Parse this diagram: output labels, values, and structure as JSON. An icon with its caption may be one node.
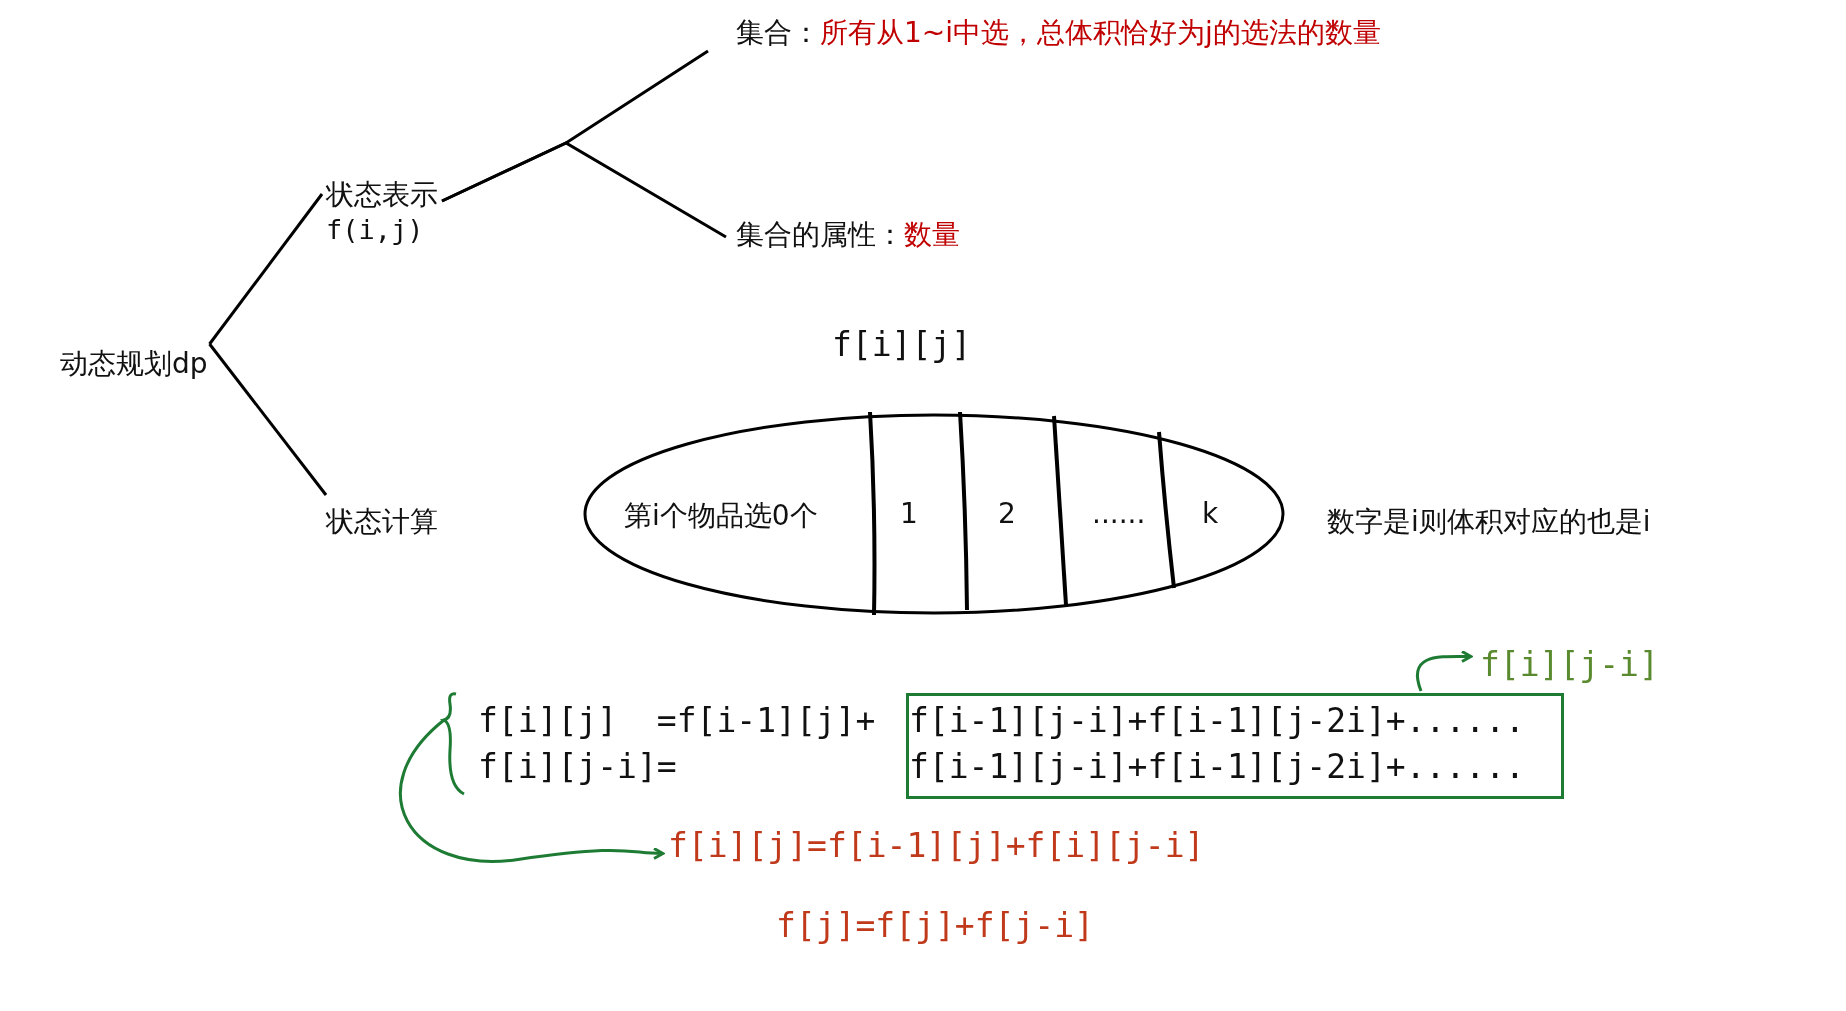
{
  "diagram": {
    "nodes": [
      {
        "text": [
          "动态规划dp"
        ]
      },
      {
        "text": [
          "状态表示",
          "f(i,j)"
        ]
      },
      {
        "text": [
          "集合：",
          "所有从1~i中选，总体积恰好为j的选法的数量"
        ]
      },
      {
        "text": [
          "集合的属性：",
          "数量"
        ]
      },
      {
        "text": [
          "状态计算"
        ]
      },
      {
        "text": [],
        "shape": "ellipse"
      },
      {
        "text": [
          "第i个物品选0个"
        ],
        "in": 5
      },
      {
        "text": [
          "1"
        ],
        "in": 5
      },
      {
        "text": [
          "2"
        ],
        "in": 5
      },
      {
        "text": [
          "......"
        ],
        "in": 5
      },
      {
        "text": [
          "k"
        ],
        "in": 5
      },
      {
        "text": [
          "f[i][j]  =f[i-1][j]+",
          "f[i][j-i]="
        ]
      },
      {
        "text": [
          "f[i-1][j-i]+f[i-1][j-2i]+......",
          "f[i-1][j-i]+f[i-1][j-2i]+......"
        ]
      },
      {
        "text": [
          "f[i][j-i]"
        ]
      },
      {
        "text": [
          "f[i][j]=f[i-1][j]+f[i][j-i]"
        ]
      }
    ],
    "edges": [
      {
        "from": 0,
        "to": 1,
        "arrow": "none"
      },
      {
        "from": 0,
        "to": 4,
        "arrow": "none"
      },
      {
        "from": 1,
        "to": 2,
        "arrow": "none"
      },
      {
        "from": 1,
        "to": 3,
        "arrow": "none"
      },
      {
        "from": 12,
        "to": 13,
        "arrow": "to",
        "color": "#1e7b34"
      },
      {
        "from": 11,
        "to": 14,
        "arrow": "to",
        "color": "#1e7b34"
      }
    ],
    "labels": [
      "f[i][j]",
      "数字是i则体积对应的也是i",
      "f[j]=f[j]+f[j-i]"
    ]
  }
}
